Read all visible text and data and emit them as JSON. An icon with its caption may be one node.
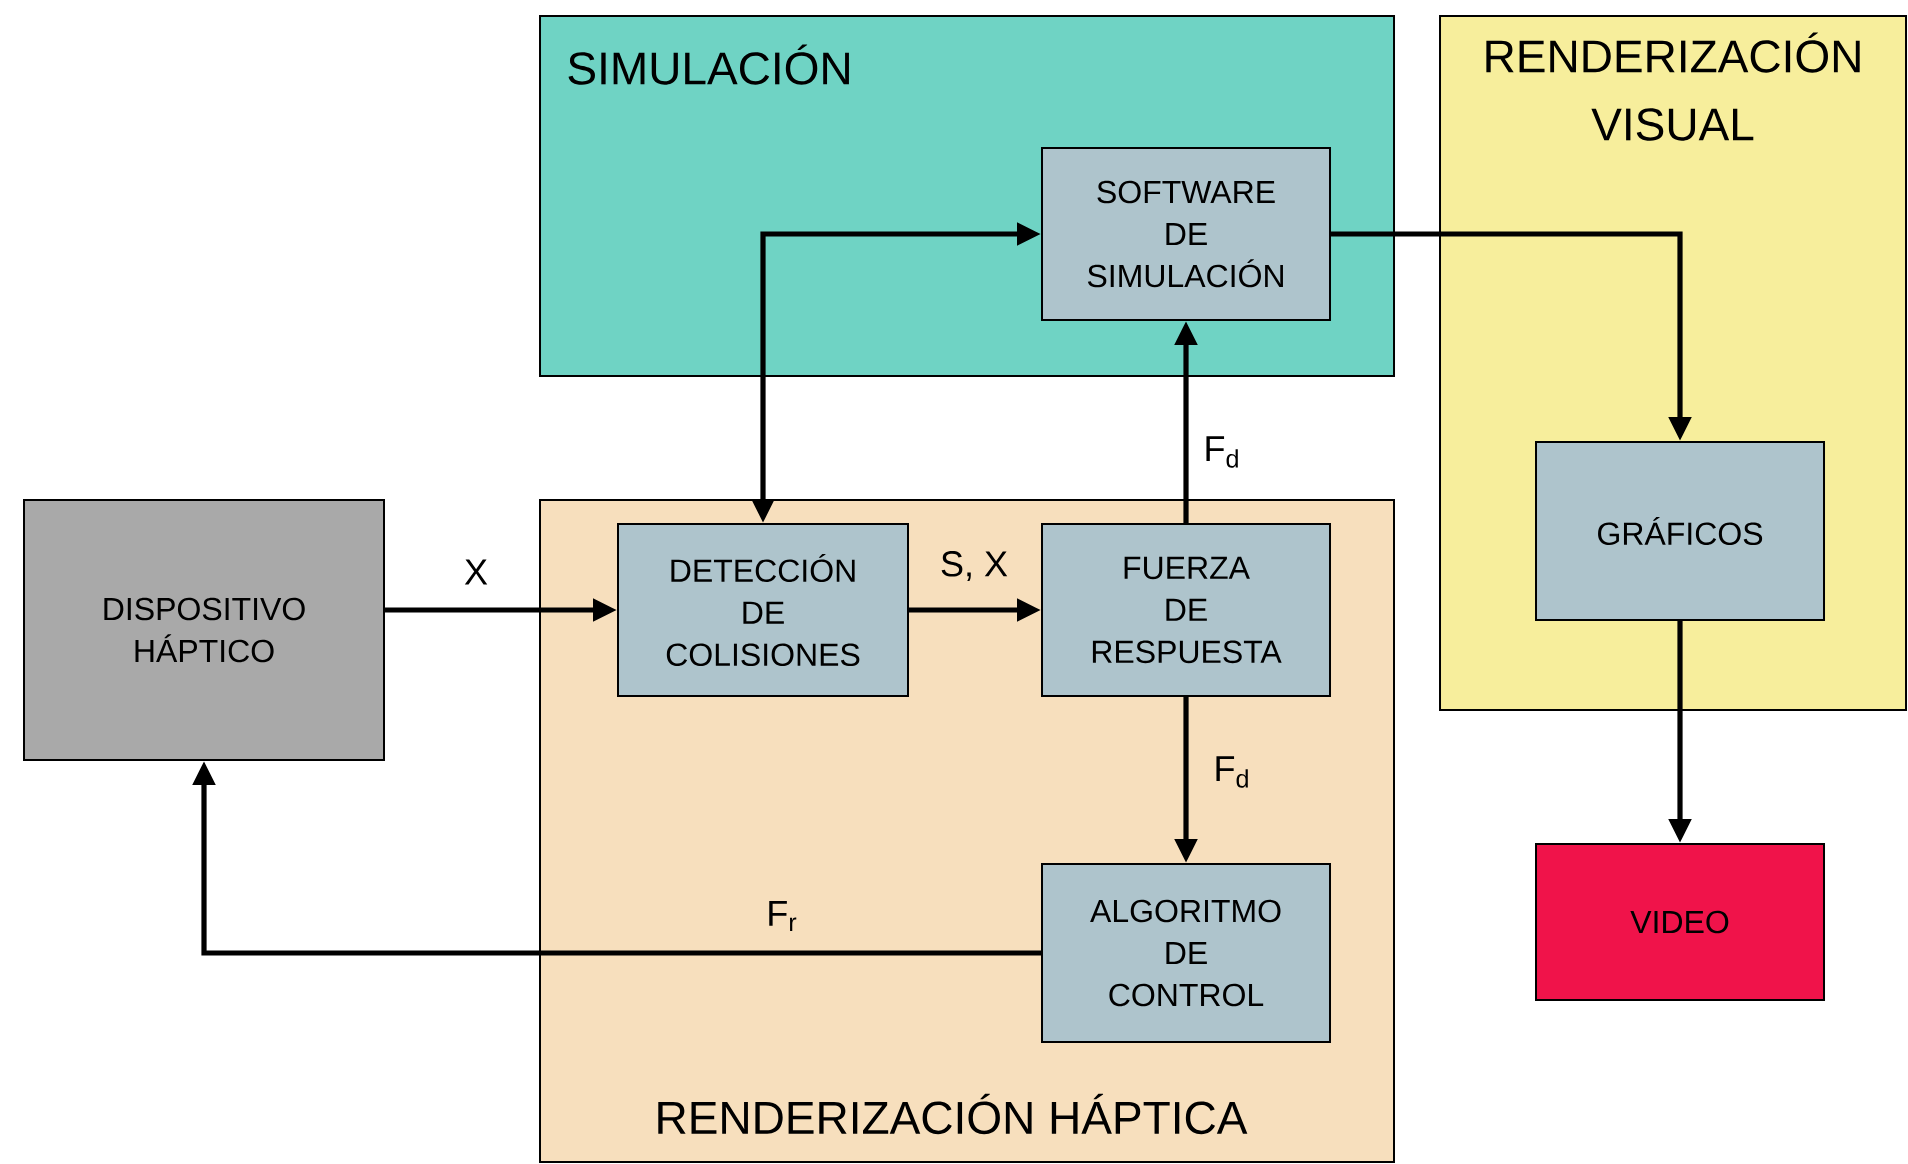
{
  "diagram": {
    "nodes": [
      {
        "text": [
          "SIMULACIÓN"
        ]
      },
      {
        "text": [
          "SOFTWARE DE SIMULACIÓN"
        ],
        "in": 0
      },
      {
        "text": [
          "RENDERIZACIÓN VISUAL"
        ]
      },
      {
        "text": [
          "GRÁFICOS"
        ],
        "in": 2
      },
      {
        "text": [
          "DISPOSITIVO HÁPTICO"
        ]
      },
      {
        "text": [
          "RENDERIZACIÓN HÁPTICA"
        ]
      },
      {
        "text": [
          "DETECCIÓN DE COLISIONES"
        ],
        "in": 5
      },
      {
        "text": [
          "FUERZA DE RESPUESTA"
        ],
        "in": 5
      },
      {
        "text": [
          "ALGORITMO DE CONTROL"
        ],
        "in": 5
      },
      {
        "text": [
          "VIDEO"
        ]
      }
    ],
    "edges": [
      {
        "from": 4,
        "to": 6,
        "arrow": "to",
        "label": "X"
      },
      {
        "from": 6,
        "to": 7,
        "arrow": "to",
        "label": "S, X"
      },
      {
        "from": 6,
        "to": 1,
        "arrow": "both"
      },
      {
        "from": 7,
        "to": 1,
        "arrow": "to",
        "label": "F$_{d}$"
      },
      {
        "from": 7,
        "to": 8,
        "arrow": "to",
        "label": "F$_{d}$"
      },
      {
        "from": 8,
        "to": 4,
        "arrow": "to",
        "label": "F$_{r}$"
      },
      {
        "from": 1,
        "to": 3,
        "arrow": "to"
      },
      {
        "from": 3,
        "to": 9,
        "arrow": "to"
      }
    ]
  }
}
